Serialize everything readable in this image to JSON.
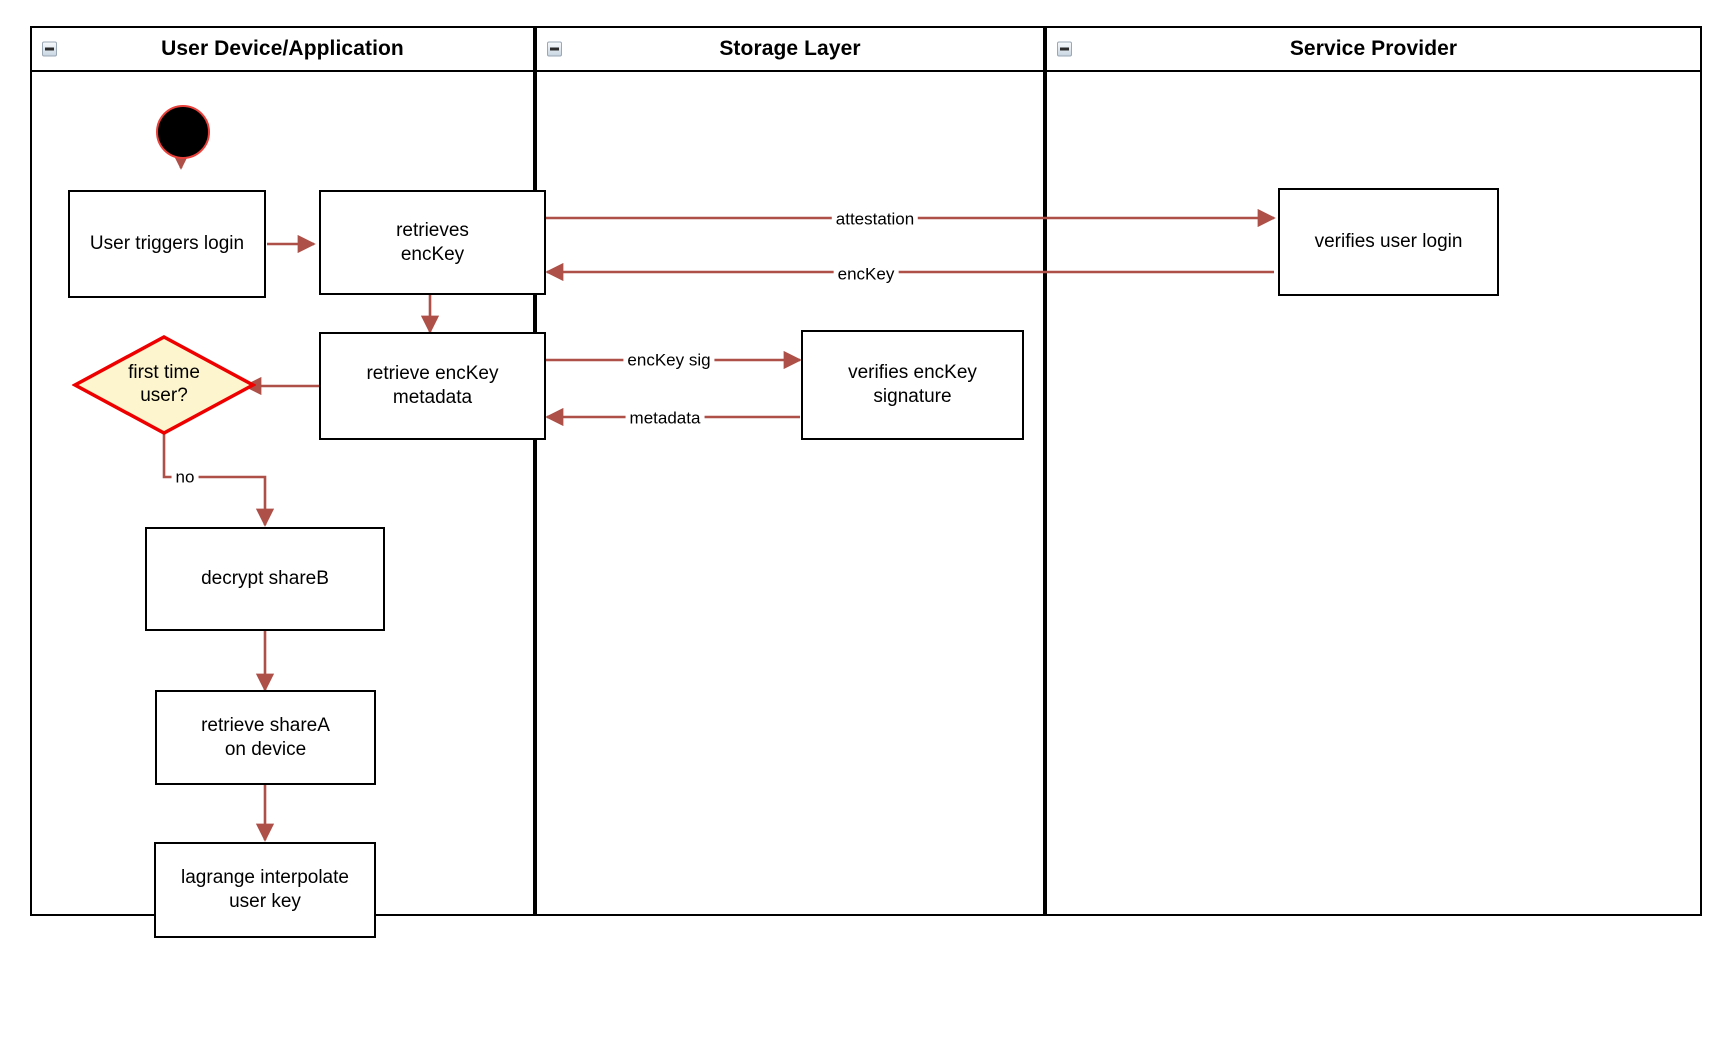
{
  "diagram": {
    "type": "swimlane-activity-diagram",
    "colors": {
      "edge": "#ae4f48",
      "decision_border": "#ee0000",
      "decision_fill": "#fdf5cd",
      "node_border": "#000000",
      "start_fill": "#000000",
      "start_border": "#e8403a",
      "lane_border": "#000000"
    },
    "lanes": [
      {
        "id": "user-device",
        "title": "User Device/Application",
        "collapse_icon": "minus-square-icon"
      },
      {
        "id": "storage-layer",
        "title": "Storage Layer",
        "collapse_icon": "minus-square-icon"
      },
      {
        "id": "service-provider",
        "title": "Service Provider",
        "collapse_icon": "minus-square-icon"
      }
    ],
    "nodes": [
      {
        "id": "start",
        "shape": "start-circle",
        "lane": "user-device",
        "label": ""
      },
      {
        "id": "user-triggers-login",
        "shape": "rect",
        "lane": "user-device",
        "lines": [
          "User triggers login"
        ]
      },
      {
        "id": "retrieves-enckey",
        "shape": "rect",
        "lane": "user-device",
        "lines": [
          "retrieves",
          "encKey"
        ]
      },
      {
        "id": "retrieve-enckey-metadata",
        "shape": "rect",
        "lane": "user-device",
        "lines": [
          "retrieve encKey",
          "metadata"
        ]
      },
      {
        "id": "first-time-user",
        "shape": "diamond",
        "lane": "user-device",
        "lines": [
          "first time",
          "user?"
        ]
      },
      {
        "id": "decrypt-shareb",
        "shape": "rect",
        "lane": "user-device",
        "lines": [
          "decrypt shareB"
        ]
      },
      {
        "id": "retrieve-sharea-on-device",
        "shape": "rect",
        "lane": "user-device",
        "lines": [
          "retrieve shareA",
          "on device"
        ]
      },
      {
        "id": "lagrange-interpolate-user-key",
        "shape": "rect",
        "lane": "user-device",
        "lines": [
          "lagrange interpolate",
          "user key"
        ]
      },
      {
        "id": "verifies-enckey-signature",
        "shape": "rect",
        "lane": "storage-layer",
        "lines": [
          "verifies encKey",
          "signature"
        ]
      },
      {
        "id": "verifies-user-login",
        "shape": "rect",
        "lane": "service-provider",
        "lines": [
          "verifies user login"
        ]
      }
    ],
    "edges": [
      {
        "id": "e-start",
        "from": "start",
        "to": "user-triggers-login",
        "label": ""
      },
      {
        "id": "e-login-retrieves",
        "from": "user-triggers-login",
        "to": "retrieves-enckey",
        "label": ""
      },
      {
        "id": "e-attestation",
        "from": "retrieves-enckey",
        "to": "verifies-user-login",
        "label": "attestation"
      },
      {
        "id": "e-enckey",
        "from": "verifies-user-login",
        "to": "retrieves-enckey",
        "label": "encKey"
      },
      {
        "id": "e-retrieves-metadata",
        "from": "retrieves-enckey",
        "to": "retrieve-enckey-metadata",
        "label": ""
      },
      {
        "id": "e-enckey-sig",
        "from": "retrieve-enckey-metadata",
        "to": "verifies-enckey-signature",
        "label": "encKey sig"
      },
      {
        "id": "e-metadata",
        "from": "verifies-enckey-signature",
        "to": "retrieve-enckey-metadata",
        "label": "metadata"
      },
      {
        "id": "e-metadata-decision",
        "from": "retrieve-enckey-metadata",
        "to": "first-time-user",
        "label": ""
      },
      {
        "id": "e-no",
        "from": "first-time-user",
        "to": "decrypt-shareb",
        "label": "no"
      },
      {
        "id": "e-decrypt-retrieve",
        "from": "decrypt-shareb",
        "to": "retrieve-sharea-on-device",
        "label": ""
      },
      {
        "id": "e-retrieve-lagrange",
        "from": "retrieve-sharea-on-device",
        "to": "lagrange-interpolate-user-key",
        "label": ""
      }
    ]
  }
}
